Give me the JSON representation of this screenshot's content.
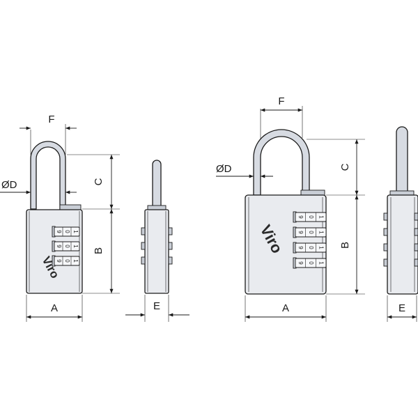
{
  "labels": {
    "width": "A",
    "body_height": "B",
    "shackle_clearance": "C",
    "shackle_diameter": "ØD",
    "thickness": "E",
    "shackle_inner_width": "F"
  },
  "brand": "Viro",
  "small_lock": {
    "digits": [
      "9",
      "0",
      "1"
    ],
    "dials": 3
  },
  "large_lock": {
    "digits": [
      "9",
      "0",
      "1"
    ],
    "dials": 4
  }
}
